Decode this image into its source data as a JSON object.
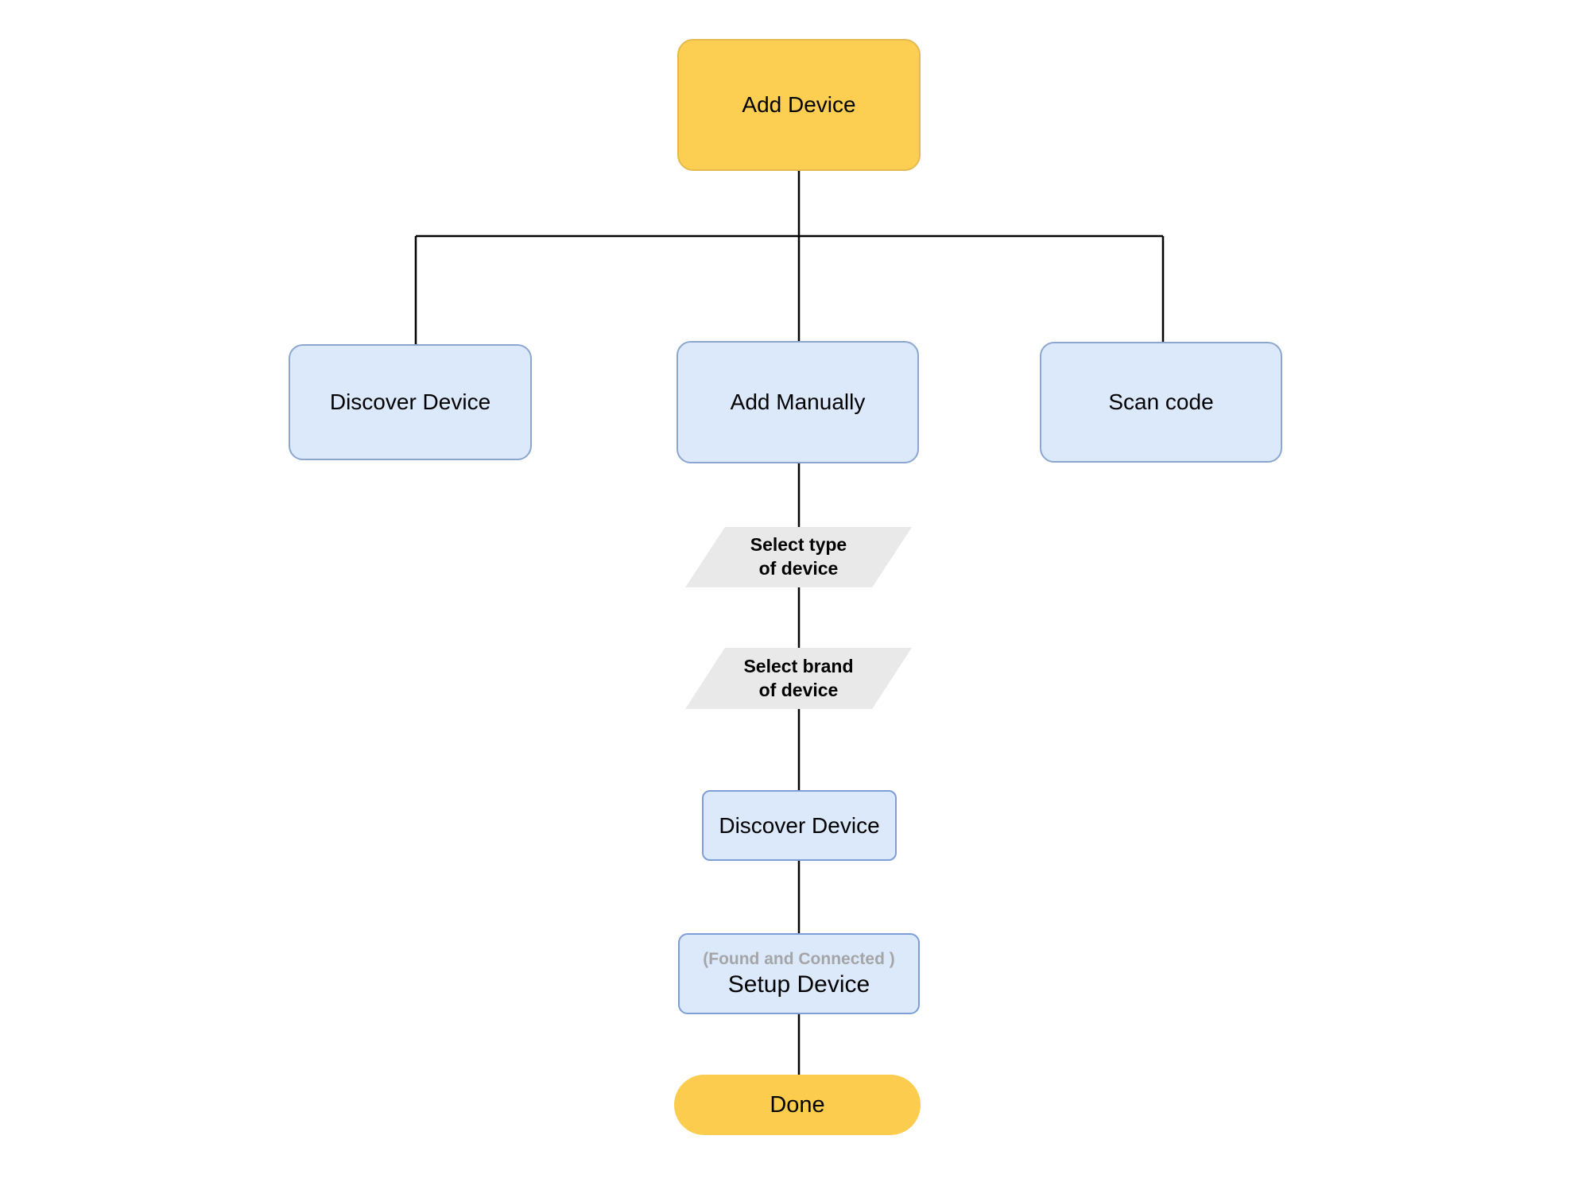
{
  "diagram_type": "flowchart",
  "colors": {
    "background": "#ffffff",
    "yellow_fill": "#FCCF53",
    "yellow_border": "#E4B94E",
    "blue_fill": "#DCE9FB",
    "blue_border": "#8CA6CE",
    "blue_border_strong": "#7D9ED6",
    "gray_fill": "#E9E9E9",
    "connector_line": "#000000",
    "muted_text": "#A5A5A7",
    "text": "#000000"
  },
  "nodes": {
    "add_device": {
      "label": "Add Device",
      "shape": "rounded-rect",
      "fill": "yellow"
    },
    "discover_device": {
      "label": "Discover Device",
      "shape": "rounded-rect",
      "fill": "blue"
    },
    "add_manually": {
      "label": "Add Manually",
      "shape": "rounded-rect",
      "fill": "blue"
    },
    "scan_code": {
      "label": "Scan code",
      "shape": "rounded-rect",
      "fill": "blue"
    },
    "select_type": {
      "line1": "Select type",
      "line2": "of device",
      "shape": "parallelogram",
      "fill": "gray"
    },
    "select_brand": {
      "line1": "Select brand",
      "line2": "of device",
      "shape": "parallelogram",
      "fill": "gray"
    },
    "discover_device_2": {
      "label": "Discover Device",
      "shape": "rounded-rect",
      "fill": "blue"
    },
    "setup_device": {
      "note": "(Found and Connected )",
      "label": "Setup Device",
      "shape": "rounded-rect",
      "fill": "blue"
    },
    "done": {
      "label": "Done",
      "shape": "stadium",
      "fill": "yellow"
    }
  },
  "edges": [
    {
      "from": "add_device",
      "to": "discover_device"
    },
    {
      "from": "add_device",
      "to": "add_manually"
    },
    {
      "from": "add_device",
      "to": "scan_code"
    },
    {
      "from": "add_manually",
      "to": "select_type"
    },
    {
      "from": "select_type",
      "to": "select_brand"
    },
    {
      "from": "select_brand",
      "to": "discover_device_2"
    },
    {
      "from": "discover_device_2",
      "to": "setup_device"
    },
    {
      "from": "setup_device",
      "to": "done"
    }
  ]
}
